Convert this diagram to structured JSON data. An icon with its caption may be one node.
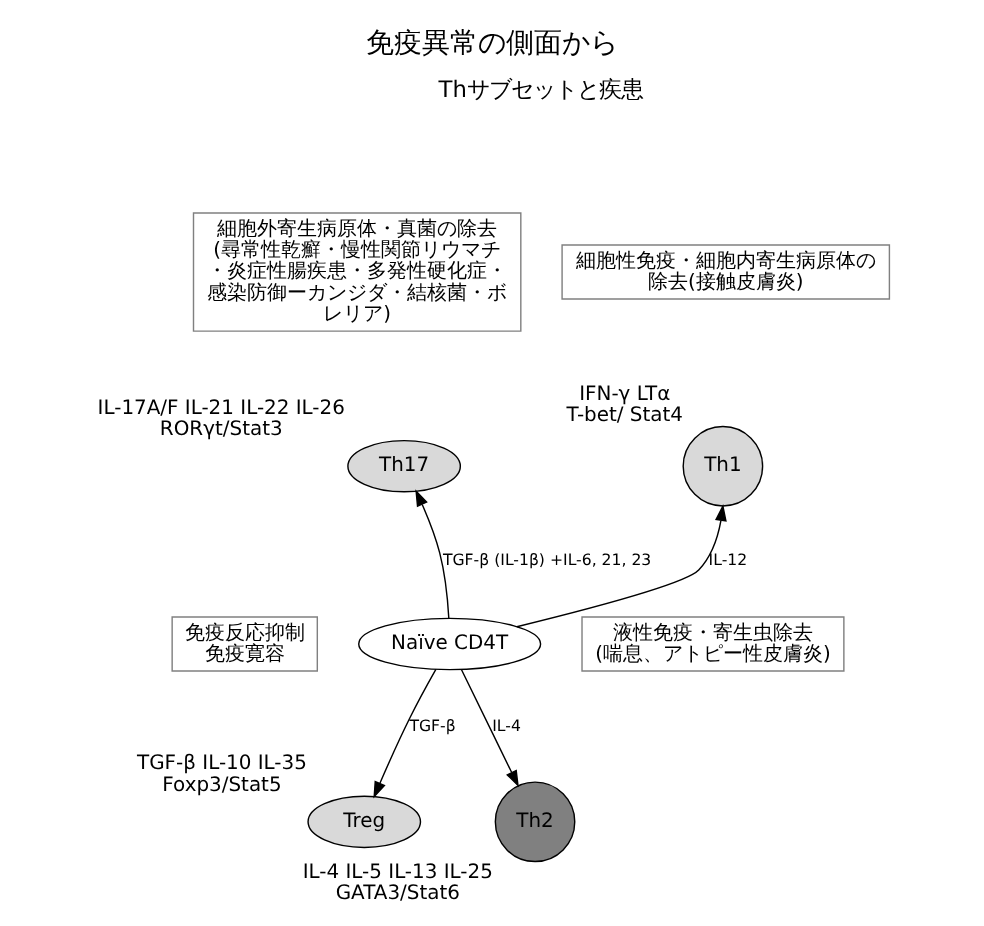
{
  "diagram": {
    "title": "免疫異常の側面から",
    "nodes": [
      {
        "text": [
          "Naïve CD4T"
        ]
      },
      {
        "text": [
          "Th17"
        ],
        "beside": [
          "IL-17A/F IL-21 IL-22 IL-26",
          "RORγt/Stat3"
        ]
      },
      {
        "text": [
          "Th1"
        ],
        "beside": [
          "IFN-γ LTα",
          "T-bet/ Stat4"
        ]
      },
      {
        "text": [
          "Treg"
        ],
        "beside": [
          "TGF-β IL-10 IL-35",
          "Foxp3/Stat5"
        ]
      },
      {
        "text": [
          "Th2"
        ],
        "beside": [
          "IL-4 IL-5 IL-13 IL-25",
          "GATA3/Stat6"
        ]
      },
      {
        "text": [
          "細胞外寄生病原体・真菌の除去",
          "(尋常性乾癬・慢性関節リウマチ・炎症性腸疾患・多発性硬化症・感染防御ーカンジダ・結核菌・ボレリア)"
        ]
      },
      {
        "text": [
          "細胞性免疫・細胞内寄生病原体の除去(接触皮膚炎)"
        ]
      },
      {
        "text": [
          "免疫反応抑制",
          "免疫寛容"
        ]
      },
      {
        "text": [
          "液性免疫・寄生虫除去",
          "(喘息、アトピー性皮膚炎)"
        ]
      }
    ],
    "edges": [
      {
        "from": 0,
        "to": 1,
        "arrow": "to",
        "label": "TGF-β (IL-1β) +IL-6, 21, 23"
      },
      {
        "from": 0,
        "to": 2,
        "arrow": "to",
        "label": "IL-12"
      },
      {
        "from": 0,
        "to": 3,
        "arrow": "to",
        "label": "TGF-β"
      },
      {
        "from": 0,
        "to": 4,
        "arrow": "to",
        "label": "IL-4"
      }
    ],
    "labels": [
      "Thサブセットと疾患"
    ]
  }
}
